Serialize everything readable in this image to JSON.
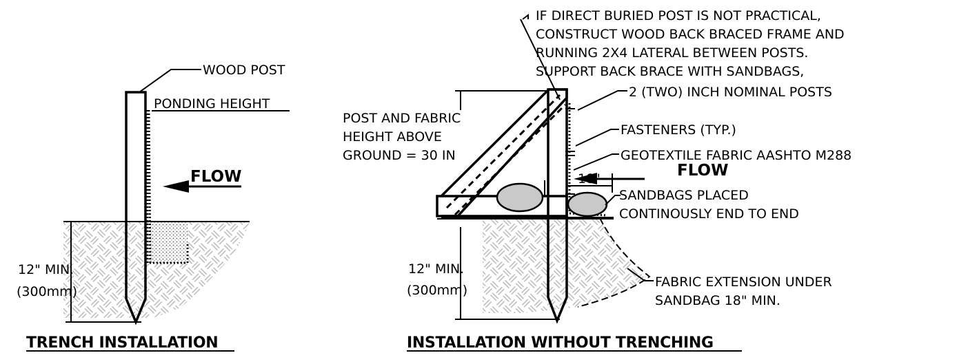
{
  "trench": {
    "title": "TRENCH INSTALLATION",
    "wood_post": "WOOD POST",
    "ponding_height": "PONDING HEIGHT",
    "flow": "FLOW",
    "depth_line1": "12\" MIN.",
    "depth_line2": "(300mm)"
  },
  "no_trench": {
    "title": "INSTALLATION WITHOUT TRENCHING",
    "note_line1": "IF DIRECT BURIED POST IS NOT PRACTICAL,",
    "note_line2": "CONSTRUCT WOOD BACK BRACED FRAME  AND",
    "note_line3": "RUNNING 2X4 LATERAL BETWEEN POSTS.",
    "note_line4": "SUPPORT BACK BRACE WITH SANDBAGS,",
    "posts": "2 (TWO) INCH NOMINAL POSTS",
    "height_line1": "POST AND FABRIC",
    "height_line2": "HEIGHT ABOVE",
    "height_line3": "GROUND = 30 IN",
    "fasteners": "FASTENERS (TYP.)",
    "geotextile": "GEOTEXTILE FABRIC AASHTO M288",
    "flow": "FLOW",
    "dimension": "18\"",
    "sandbags_line1": "SANDBAGS PLACED",
    "sandbags_line2": "CONTINOUSLY END TO END",
    "depth_line1": "12\" MIN.",
    "depth_line2": "(300mm)",
    "extension_line1": "FABRIC EXTENSION UNDER",
    "extension_line2": "SANDBAG 18\" MIN."
  }
}
